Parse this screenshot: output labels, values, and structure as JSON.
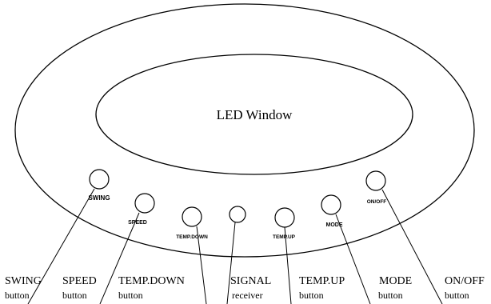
{
  "window_label": "LED Window",
  "panel_labels": {
    "swing": "SWING",
    "speed": "SPEED",
    "temp_down": "TEMP.DOWN",
    "temp_up": "TEMP.UP",
    "mode": "MODE",
    "on_off": "ON/OFF"
  },
  "callouts": [
    {
      "line1": "SWING",
      "line2": "button"
    },
    {
      "line1": "SPEED",
      "line2": "button"
    },
    {
      "line1": "TEMP.DOWN",
      "line2": "button"
    },
    {
      "line1": "SIGNAL",
      "line2": "receiver"
    },
    {
      "line1": "TEMP.UP",
      "line2": "button"
    },
    {
      "line1": "MODE",
      "line2": "button"
    },
    {
      "line1": "ON/OFF",
      "line2": "button"
    }
  ]
}
